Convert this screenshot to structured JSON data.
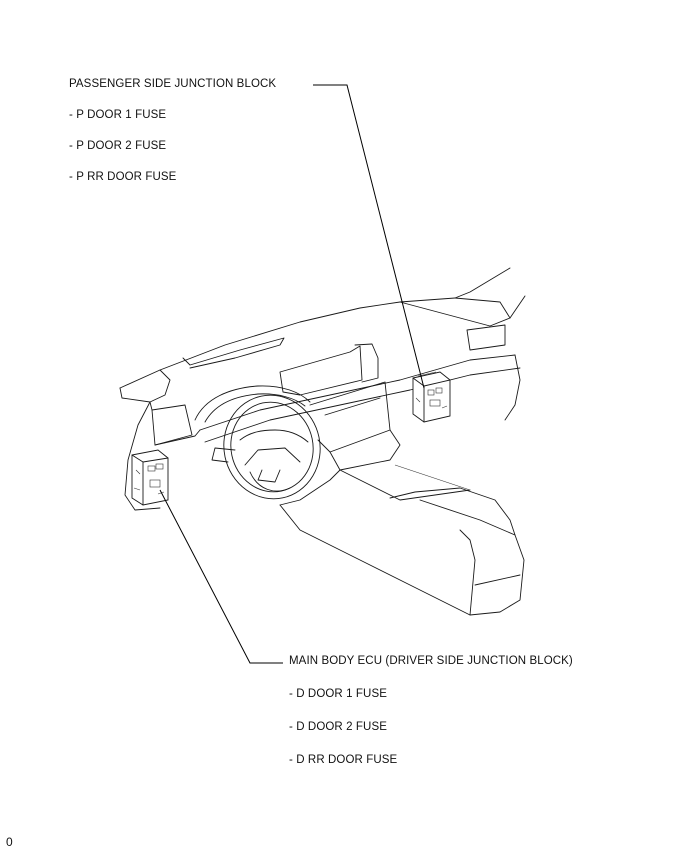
{
  "passenger_block": {
    "title": "PASSENGER SIDE JUNCTION BLOCK",
    "fuses": [
      "- P DOOR 1 FUSE",
      "- P DOOR 2 FUSE",
      "- P RR DOOR FUSE"
    ]
  },
  "driver_block": {
    "title": "MAIN BODY ECU (DRIVER SIDE JUNCTION BLOCK)",
    "fuses": [
      "- D DOOR 1 FUSE",
      "- D DOOR 2 FUSE",
      "- D RR DOOR FUSE"
    ]
  },
  "footer": {
    "figure_code": "0"
  }
}
